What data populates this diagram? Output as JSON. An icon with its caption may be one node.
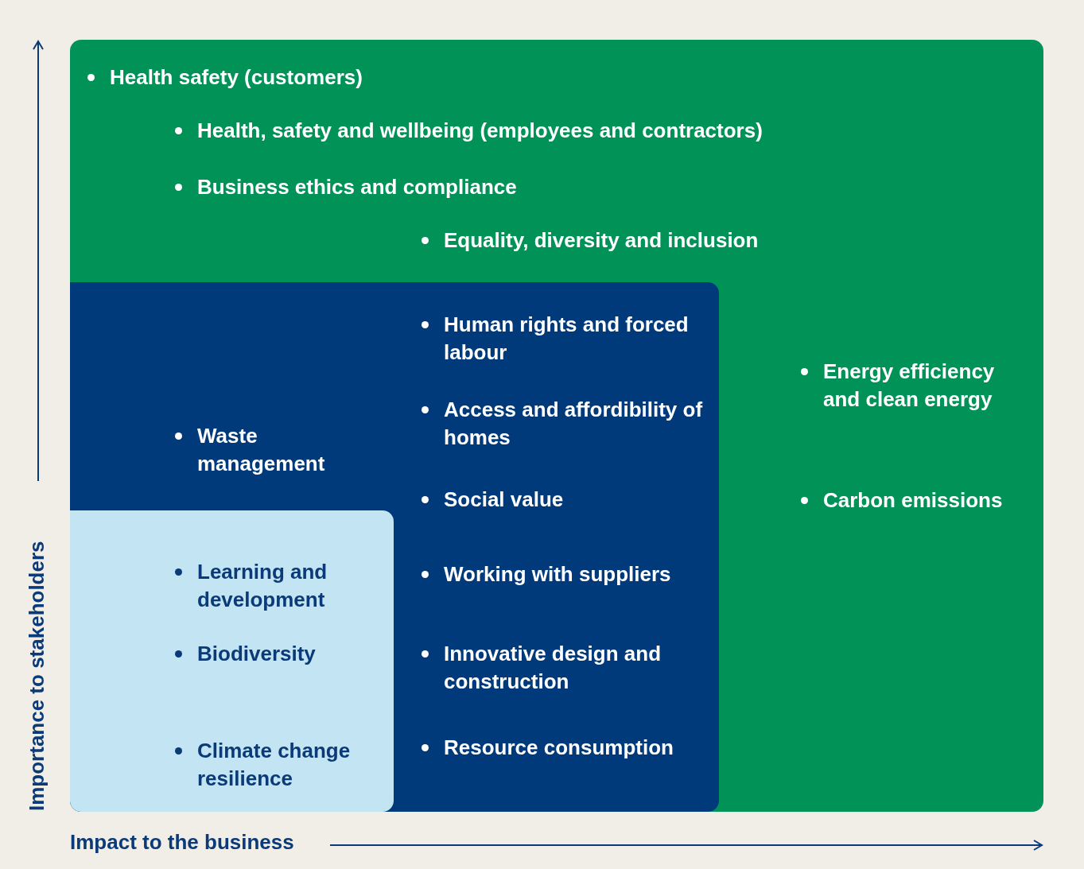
{
  "diagram": {
    "nodes": [
      {
        "text": [
          "Health safety (customers)",
          "Health, safety and wellbeing (employees and contractors)",
          "Business ethics and compliance",
          "Equality, diversity and inclusion",
          "Energy efficiency and clean energy",
          "Carbon emissions"
        ]
      },
      {
        "text": [
          "Waste management",
          "Human rights and forced labour",
          "Access and affordibility of homes",
          "Social value",
          "Working with suppliers",
          "Innovative design and construction",
          "Resource consumption"
        ],
        "in": 0
      },
      {
        "text": [
          "Learning and development",
          "Biodiversity",
          "Climate change resilience"
        ],
        "in": 1
      }
    ],
    "edges": [],
    "labels": [
      "Importance to stakeholders",
      "Impact to the business"
    ]
  }
}
